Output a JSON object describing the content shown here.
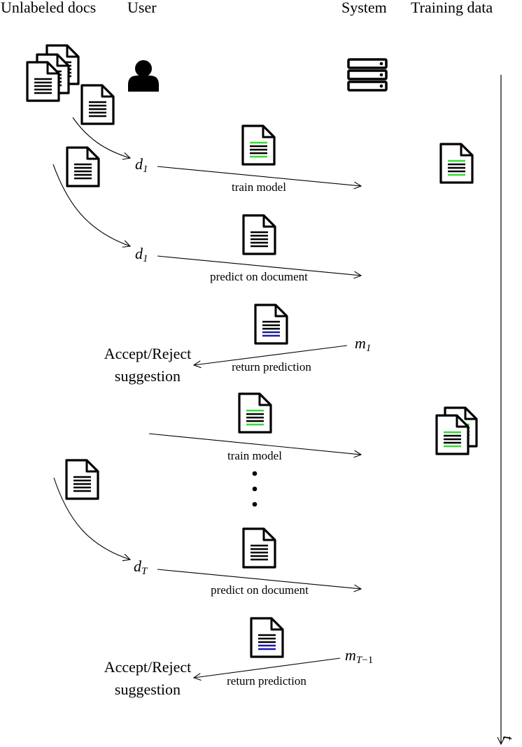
{
  "headers": {
    "unlabeled_docs": "Unlabeled docs",
    "user": "User",
    "system": "System",
    "training_data": "Training data"
  },
  "steps": {
    "train_model_1": "train model",
    "predict_1": "predict on document",
    "return_1": "return prediction",
    "train_model_2": "train model",
    "predict_2": "predict on document",
    "return_2": "return prediction"
  },
  "decisions": {
    "accept_reject_1_line1": "Accept/Reject",
    "accept_reject_1_line2": "suggestion",
    "accept_reject_2_line1": "Accept/Reject",
    "accept_reject_2_line2": "suggestion"
  },
  "math": {
    "d1_base": "d",
    "d1_sub": "1",
    "dT_base": "d",
    "dT_sub": "T",
    "m1_base": "m",
    "m1_sub": "1",
    "mT_base": "m",
    "mT_sub_a": "T",
    "mT_sub_b": "−1",
    "time_axis": "t"
  },
  "colors": {
    "label_green": "#33dd33",
    "prediction_blue": "#1a1aaa",
    "ink": "#000000"
  },
  "icons": [
    "document-stack-icon",
    "user-icon",
    "server-icon",
    "document-icon",
    "labeled-document-icon",
    "prediction-document-icon",
    "labeled-document-stack-icon",
    "ellipsis-vertical-icon"
  ]
}
